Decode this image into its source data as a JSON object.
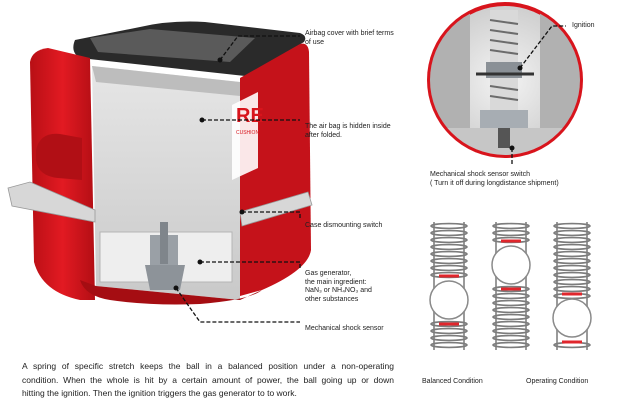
{
  "callouts": {
    "airbag_cover": "Airbag cover with brief terms of use",
    "airbag_hidden": "The air bag is hidden inside after folded.",
    "case_switch": "Case dismounting switch",
    "gas_generator_title": "Gas generator,",
    "gas_generator_line2": "the main ingredient:",
    "gas_generator_line3": "NaN₃ or NH₄NO₃ and",
    "gas_generator_line4": "other substances",
    "shock_sensor": "Mechanical shock sensor",
    "ignition": "Ignition",
    "switch_title": "Mechanical shock sensor switch",
    "switch_note": "( Turn it off during longdistance shipment)"
  },
  "box_label": {
    "logo_letters": "RE",
    "logo_sub": "CUSHION"
  },
  "springs": {
    "balanced_label": "Balanced Condition",
    "operating_label": "Operating Condition"
  },
  "caption": {
    "line1": "A spring of specific stretch keeps the ball in a balanced position under a non-operating",
    "line2": "condition. When the whole is hit by a certain amount of power, the ball going up or down",
    "line3": "hitting the ignition. Then the ignition triggers the gas generator to to work."
  },
  "colors": {
    "case_red": "#d8141c",
    "case_dark": "#a50d12",
    "grey_inside": "#d9d9d9",
    "metal": "#9aa0a6",
    "accent_red": "#e0262c"
  }
}
